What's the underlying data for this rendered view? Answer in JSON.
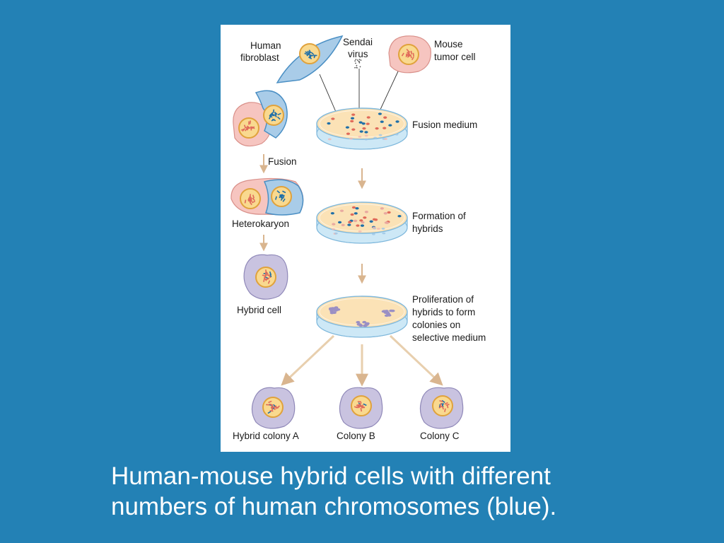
{
  "diagram": {
    "labels": {
      "human_fibroblast": [
        "Human",
        "fibroblast"
      ],
      "sendai_virus": [
        "Sendai",
        "virus"
      ],
      "mouse_tumor_cell": [
        "Mouse",
        "tumor cell"
      ],
      "fusion_medium": "Fusion medium",
      "fusion": "Fusion",
      "heterokaryon": "Heterokaryon",
      "formation_of_hybrids": [
        "Formation of",
        "hybrids"
      ],
      "hybrid_cell": "Hybrid cell",
      "proliferation": [
        "Proliferation of",
        "hybrids to form",
        "colonies on",
        "selective medium"
      ],
      "hybrid_colony_a": "Hybrid colony A",
      "colony_b": "Colony B",
      "colony_c": "Colony C"
    },
    "colors": {
      "human_cell": "#a9cce8",
      "human_cell_edge": "#4a8fc4",
      "mouse_cell": "#f6c5c0",
      "hybrid_cell": "#c9c3e0",
      "nucleus": "#f9d98f",
      "human_chromosome": "#1f6fa8",
      "mouse_chromosome": "#e06a5a",
      "dish_medium": "#fbe2b6",
      "dish_glass": "#cde8f6",
      "arrow": "#e8c9a4"
    }
  },
  "caption": {
    "line1": "Human-mouse hybrid cells with different",
    "line2": "numbers of human chromosomes (blue)."
  }
}
